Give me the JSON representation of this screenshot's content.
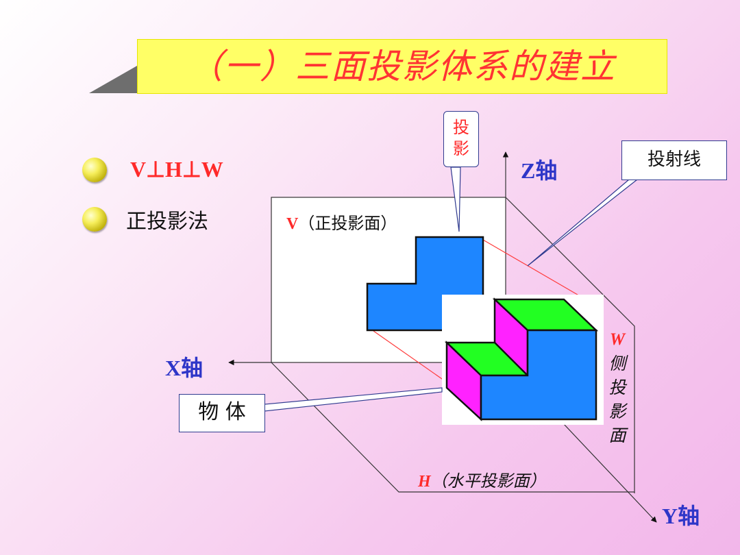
{
  "title": "（一）三面投影体系的建立",
  "bullets": [
    {
      "text": "V⊥H⊥W"
    },
    {
      "text": "正投影法"
    }
  ],
  "labels": {
    "v_plane_letter": "V",
    "v_plane_text": "（正投影面）",
    "h_plane_letter": "H",
    "h_plane_text": "（水平投影面）",
    "w_plane_letter": "W",
    "w_plane_chars": [
      "侧",
      "投",
      "影",
      "面"
    ]
  },
  "axes": {
    "x": "X轴",
    "y": "Y轴",
    "z": "Z轴"
  },
  "callouts": {
    "projection_chars": [
      "投",
      "影"
    ],
    "projector_lines": "投射线",
    "object": "物 体"
  },
  "colors": {
    "title_bg": "#ffff66",
    "title_text": "#ff3333",
    "axis_text": "#2e36c8",
    "face_blue": "#1e86ff",
    "face_green": "#22ff22",
    "face_magenta": "#ff22ff",
    "projector": "#ff3b3b"
  }
}
